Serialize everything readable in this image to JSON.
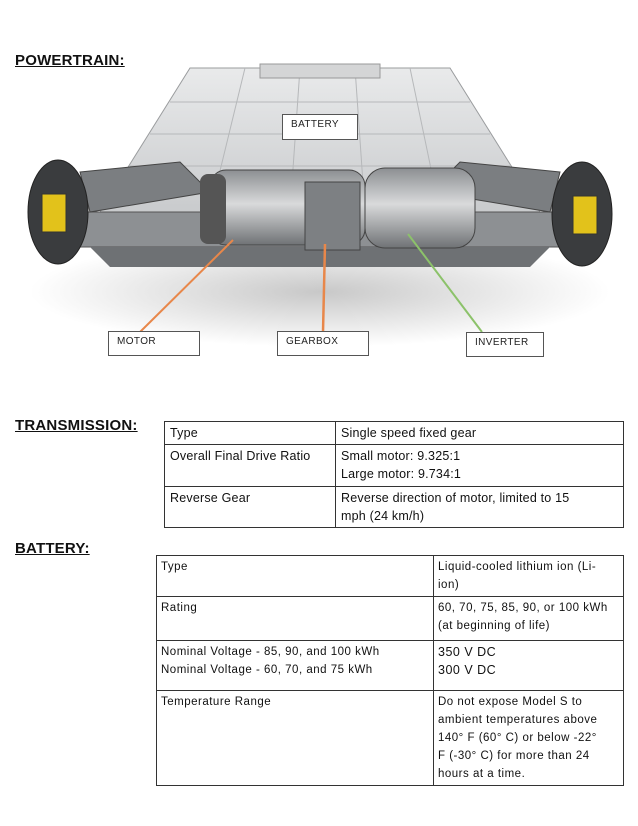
{
  "powertrain": {
    "heading": "POWERTRAIN:",
    "callouts": {
      "battery": "BATTERY",
      "motor": "MOTOR",
      "gearbox": "GEARBOX",
      "inverter": "INVERTER"
    }
  },
  "transmission": {
    "heading": "TRANSMISSION:",
    "rows": [
      {
        "label": "Type",
        "value": "Single speed fixed gear"
      },
      {
        "label": "Overall Final Drive Ratio",
        "value": "Small motor: 9.325:1\nLarge motor: 9.734:1"
      },
      {
        "label": "Reverse Gear",
        "value": "Reverse direction of motor, limited to 15\nmph (24 km/h)"
      }
    ]
  },
  "battery": {
    "heading": "BATTERY:",
    "rows": [
      {
        "label": "Type",
        "value": "Liquid-cooled lithium ion (Li-\nion)"
      },
      {
        "label": "Rating",
        "value": "60, 70, 75, 85, 90, or 100 kWh\n(at beginning of life)"
      },
      {
        "label": "Nominal Voltage - 85, 90, and 100 kWh\nNominal Voltage - 60, 70, and 75 kWh",
        "value": "350 V DC\n300 V DC"
      },
      {
        "label": "Temperature Range",
        "value": "Do not expose Model S to\nambient temperatures above\n140° F (60° C) or below -22°\nF (-30° C) for more than 24\nhours at a time."
      }
    ]
  },
  "colors": {
    "motor_leader": "#e8874a",
    "gearbox_leader": "#e8874a",
    "inverter_leader": "#8cc26a"
  }
}
